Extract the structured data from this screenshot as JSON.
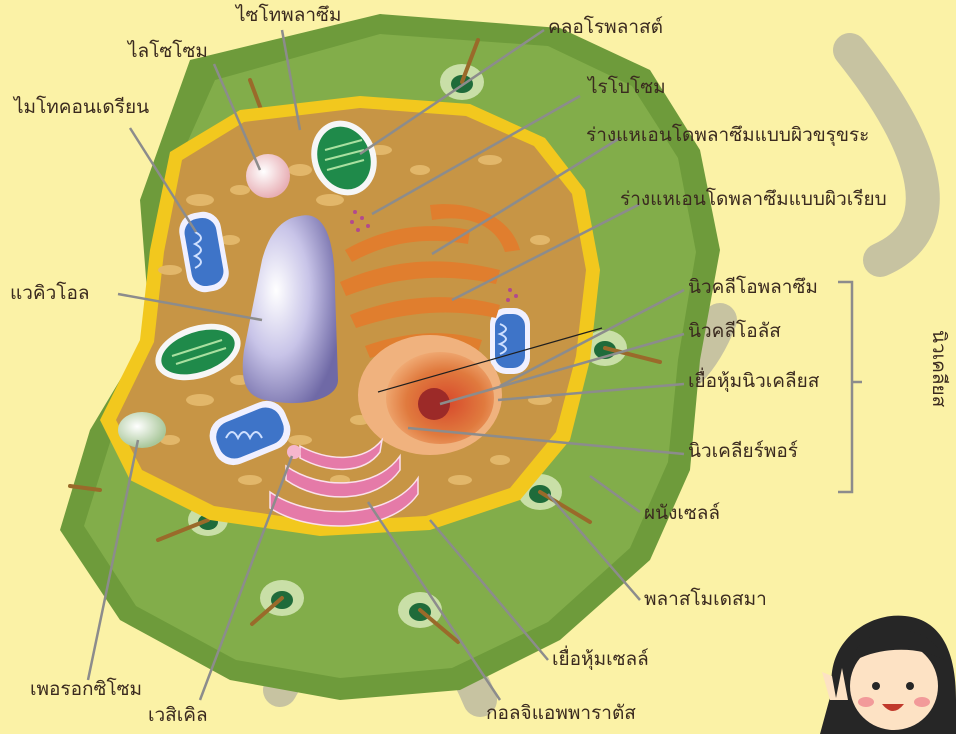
{
  "diagram": {
    "labels": {
      "cytoplasm": "ไซโทพลาซึม",
      "lysosome": "ไลโซโซม",
      "mitochondrion": "ไมโทคอนเดรียน",
      "chloroplast": "คลอโรพลาสต์",
      "ribosome": "ไรโบโซม",
      "rough_er": "ร่างแหเอนโดพลาซึมแบบผิวขรุขระ",
      "smooth_er": "ร่างแหเอนโดพลาซึมแบบผิวเรียบ",
      "vacuole": "แวคิวโอล",
      "nucleoplasm": "นิวคลีโอพลาซึม",
      "nucleolus": "นิวคลีโอลัส",
      "nuclear_envelope": "เยื่อหุ้มนิวเคลียส",
      "nuclear_pore": "นิวเคลียร์พอร์",
      "cell_wall": "ผนังเซลล์",
      "plasmodesma": "พลาสโมเดสมา",
      "cell_membrane": "เยื่อหุ้มเซลล์",
      "peroxisome": "เพอรอกซิโซม",
      "vesicle": "เวสิเคิล",
      "golgi": "กอลจิแอพพาราตัส",
      "nucleus": "นิวเคลียส"
    },
    "colors": {
      "background": "#fbf2a6",
      "cell_wall": "#6e9b3b",
      "membrane": "#f2c81e",
      "cytoplasm": "#c79545",
      "leader": "#8c8c8c"
    }
  }
}
